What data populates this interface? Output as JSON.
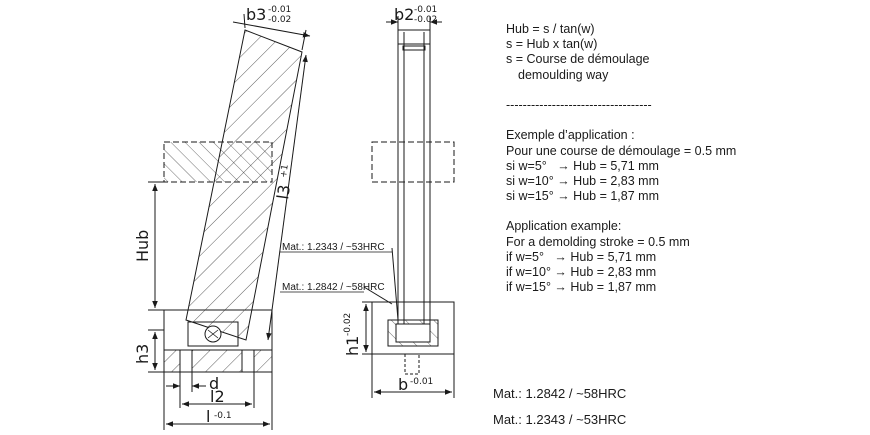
{
  "labels": {
    "b3": "b3",
    "b3_tol_top": "-0.01",
    "b3_tol_bottom": "-0.02",
    "b2": "b2",
    "b2_tol_top": "-0.01",
    "b2_tol_bottom": "-0.02",
    "l3": "l3",
    "l3_tol": "+1",
    "hub": "Hub",
    "h3": "h3",
    "d": "d",
    "l2": "l2",
    "l": "l",
    "l_tol": "-0.1",
    "h1": "h1",
    "h1_tol": "-0.02",
    "b": "b",
    "b_tol": "-0.01"
  },
  "callouts": {
    "mat_upper": "Mat.: 1.2343 / ~53HRC",
    "mat_lower": "Mat.: 1.2842 / ~58HRC"
  },
  "notes": {
    "formula_1": "Hub = s / tan(w)",
    "formula_2": "s = Hub x tan(w)",
    "formula_3": "s = Course de démoulage",
    "formula_4": "demoulding way",
    "divider": "-----------------------------------",
    "fr_title": "Exemple d’application :",
    "fr_stroke": "Pour une course de démoulage = 0.5 mm",
    "fr_r1": "si w=5°   → Hub = 5,71 mm",
    "fr_r2": "si w=10° → Hub = 2,83 mm",
    "fr_r3": "si w=15° → Hub = 1,87 mm",
    "en_title": "Application example:",
    "en_stroke": "For a demolding stroke = 0.5 mm",
    "en_r1": "if w=5°   → Hub = 5,71 mm",
    "en_r2": "if w=10° → Hub = 2,83 mm",
    "en_r3": "if w=15° → Hub = 1,87 mm"
  },
  "materials": {
    "line_1": "Mat.: 1.2842 / ~58HRC",
    "line_2": "Mat.: 1.2343 / ~53HRC"
  }
}
